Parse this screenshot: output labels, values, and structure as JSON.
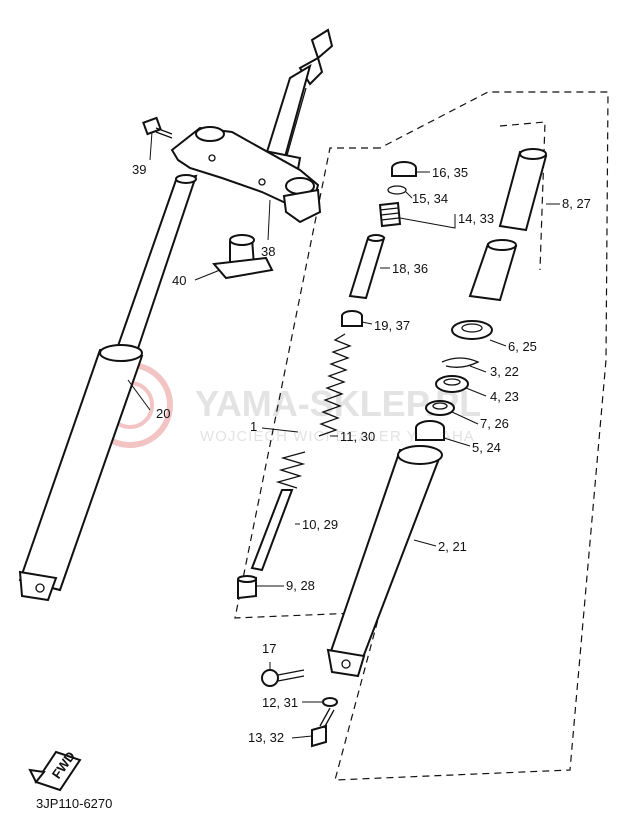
{
  "diagram_code": "3JP110-6270",
  "watermark": {
    "title": "YAMA-SKLEP.PL",
    "subtitle": "WOJCIECH WICI DEALER YAMAHA"
  },
  "fwd_badge": "FWD",
  "callouts": {
    "p1": "1",
    "p2_21": "2, 21",
    "p3_22": "3, 22",
    "p4_23": "4, 23",
    "p5_24": "5, 24",
    "p6_25": "6, 25",
    "p7_26": "7, 26",
    "p8_27": "8, 27",
    "p9_28": "9, 28",
    "p10_29": "10, 29",
    "p11_30": "11, 30",
    "p12_31": "12, 31",
    "p13_32": "13, 32",
    "p14_33": "14, 33",
    "p15_34": "15, 34",
    "p16_35": "16, 35",
    "p17": "17",
    "p18_36": "18, 36",
    "p19_37": "19, 37",
    "p20": "20",
    "p38": "38",
    "p39": "39",
    "p40": "40"
  }
}
